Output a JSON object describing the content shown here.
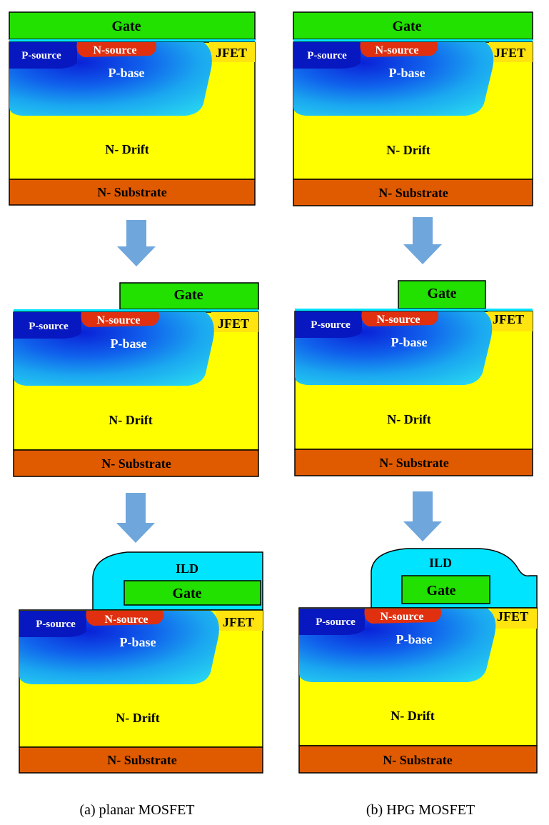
{
  "labels": {
    "gate": "Gate",
    "n_source": "N-source",
    "p_source": "P-source",
    "p_base": "P-base",
    "jfet": "JFET",
    "n_drift": "N- Drift",
    "n_substrate": "N- Substrate",
    "ild": "ILD"
  },
  "captions": {
    "left": "(a)  planar  MOSFET",
    "right": "(b)  HPG  MOSFET"
  },
  "colors": {
    "gate": "#22e000",
    "drift": "#ffff00",
    "substrate": "#e05a00",
    "n_source": "#e03010",
    "ild": "#00e4ff",
    "arrow": "#6fa6dc"
  }
}
